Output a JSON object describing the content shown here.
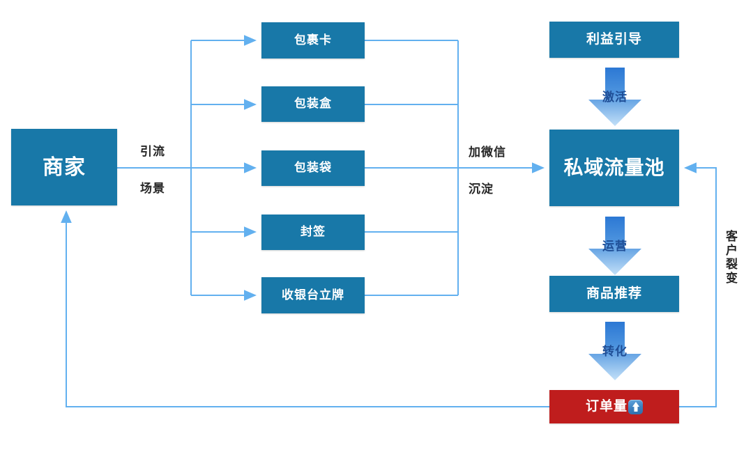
{
  "diagram": {
    "title_nodes": {
      "merchant": "商家",
      "private_traffic_pool": "私域流量池",
      "benefit_guidance": "利益引导",
      "product_recommendation": "商品推荐",
      "order_volume": "订单量",
      "order_volume_icon": "up-arrow-emoji"
    },
    "channels": [
      {
        "label": "包裹卡"
      },
      {
        "label": "包装盒"
      },
      {
        "label": "包装袋"
      },
      {
        "label": "封签"
      },
      {
        "label": "收银台立牌"
      }
    ],
    "edge_labels": {
      "drainage": "引流",
      "scene": "场景",
      "add_wechat": "加微信",
      "precipitate": "沉淀",
      "customer_fission": "客户裂变"
    },
    "block_arrows": [
      {
        "label": "激活"
      },
      {
        "label": "运营"
      },
      {
        "label": "转化"
      }
    ],
    "colors": {
      "node_blue": "#1878A8",
      "node_red": "#BF1D1D",
      "connector_blue": "#62B0EF",
      "arrow_top": "#2C78D4",
      "arrow_bottom": "#BEDDF7",
      "arrow_text": "#1F4E96",
      "label_text": "#262626"
    }
  }
}
